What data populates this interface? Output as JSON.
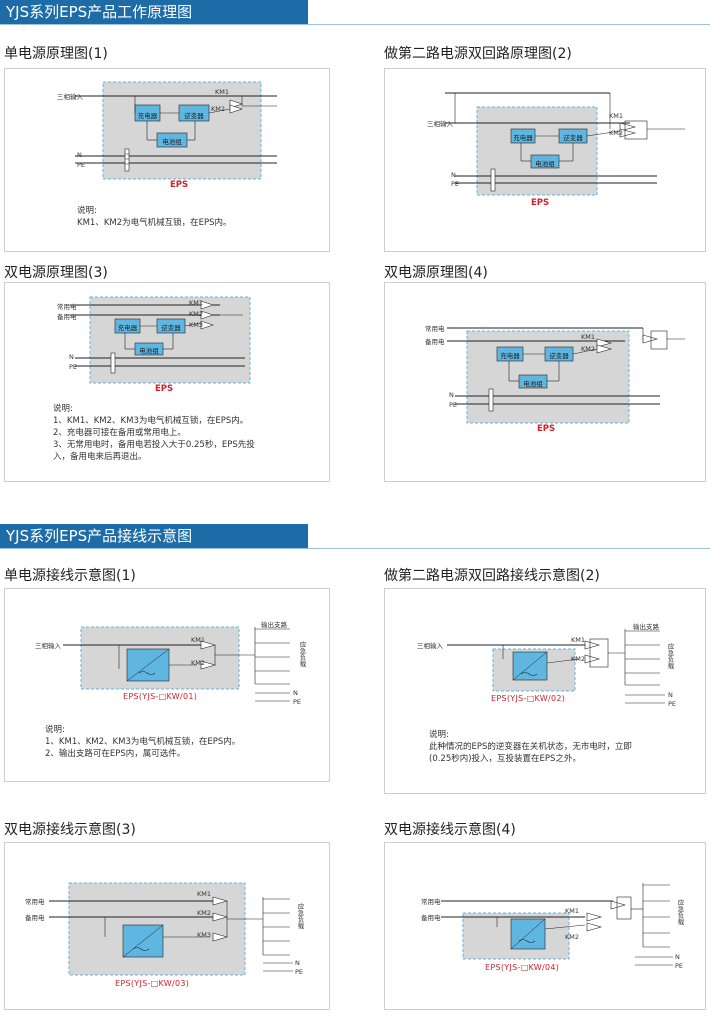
{
  "section1": {
    "title": "YJS系列EPS产品工作原理图"
  },
  "section2": {
    "title": "YJS系列EPS产品接线示意图"
  },
  "labels": {
    "three_phase": "三相输入",
    "normal": "常用电",
    "backup": "备用电",
    "n": "N",
    "pe": "PE",
    "charger": "充电器",
    "inverter": "逆变器",
    "battery": "电池组",
    "km1": "KM1",
    "km2": "KM2",
    "km3": "KM3",
    "eps": "EPS",
    "output": "输出支路",
    "emergency_load": "应急负载"
  },
  "diagrams": [
    {
      "title": "单电源原理图(1)",
      "note": "说明:\nKM1、KM2为电气机械互锁，在EPS内。"
    },
    {
      "title": "做第二路电源双回路原理图(2)",
      "note": ""
    },
    {
      "title": "双电源原理图(3)",
      "note": "说明:\n1、KM1、KM2、KM3为电气机械互锁，在EPS内。\n2、充电器可接在备用或常用电上。\n3、无常用电时，备用电若投入大于0.25秒，EPS先投\n入，备用电来后再退出。"
    },
    {
      "title": "双电源原理图(4)",
      "note": ""
    },
    {
      "title": "单电源接线示意图(1)",
      "eps": "EPS(YJS-□KW/01)",
      "note": "说明:\n1、KM1、KM2、KM3为电气机械互锁，在EPS内。\n2、输出支路可在EPS内，属可选件。"
    },
    {
      "title": "做第二路电源双回路接线示意图(2)",
      "eps": "EPS(YJS-□KW/02)",
      "note": "说明:\n此种情况的EPS的逆变器在关机状态，无市电时，立即\n(0.25秒内)投入，互投装置在EPS之外。"
    },
    {
      "title": "双电源接线示意图(3)",
      "eps": "EPS(YJS-□KW/03)",
      "note": ""
    },
    {
      "title": "双电源接线示意图(4)",
      "eps": "EPS(YJS-□KW/04)",
      "note": ""
    }
  ],
  "colors": {
    "header": "#1d6ca8",
    "eps_red": "#d3202a",
    "block_blue": "#5fb6e0",
    "panel_gray": "#d6d6d6"
  }
}
